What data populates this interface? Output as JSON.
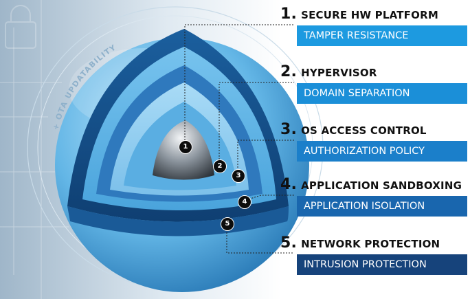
{
  "ota_label": "+ OTA UPDATABILITY",
  "colors": {
    "bar_1": "#1d9ae0",
    "bar_2": "#1b8fd8",
    "bar_3": "#1b7fca",
    "bar_4": "#1966ae",
    "bar_5": "#16437b",
    "sphere_blue": "#63b6e6",
    "core_gray": "#3c444d"
  },
  "layers": [
    {
      "number": "1.",
      "title": "SECURE HW PLATFORM",
      "subtitle": "TAMPER RESISTANCE",
      "marker": "1"
    },
    {
      "number": "2.",
      "title": "HYPERVISOR",
      "subtitle": "DOMAIN SEPARATION",
      "marker": "2"
    },
    {
      "number": "3.",
      "title": "OS ACCESS CONTROL",
      "subtitle": "AUTHORIZATION POLICY",
      "marker": "3"
    },
    {
      "number": "4.",
      "title": "APPLICATION SANDBOXING",
      "subtitle": "APPLICATION ISOLATION",
      "marker": "4"
    },
    {
      "number": "5.",
      "title": "NETWORK PROTECTION",
      "subtitle": "INTRUSION PROTECTION",
      "marker": "5"
    }
  ]
}
